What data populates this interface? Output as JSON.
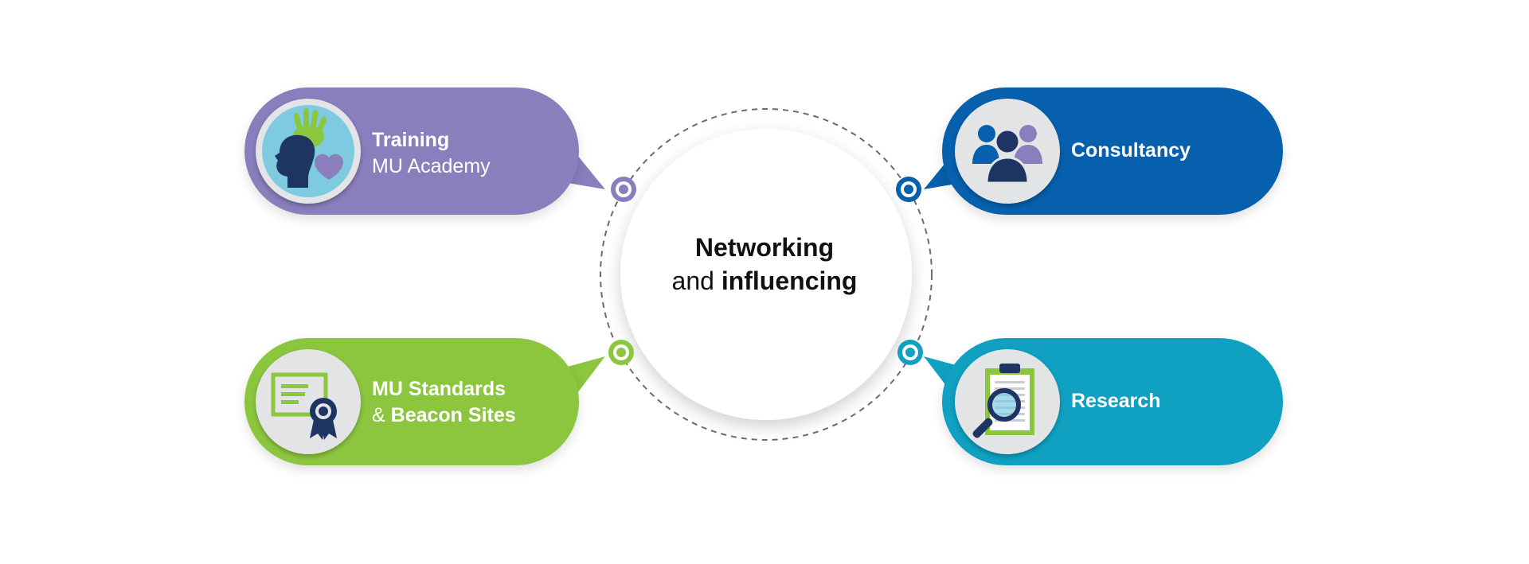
{
  "center": {
    "line1": "Networking",
    "line2_prefix": "and",
    "line2_bold": "influencing"
  },
  "nodes": [
    {
      "id": "training",
      "line1": "Training",
      "line2": "MU Academy",
      "color": "#8a7ebc",
      "icon": "hand-head-heart-icon"
    },
    {
      "id": "consultancy",
      "line1": "Consultancy",
      "color": "#0660ad",
      "icon": "people-group-icon"
    },
    {
      "id": "standards",
      "line1": "MU Standards",
      "line2_prefix": "&",
      "line2_bold": "Beacon Sites",
      "color": "#8cc63f",
      "icon": "certificate-icon"
    },
    {
      "id": "research",
      "line1": "Research",
      "color": "#0fa0c2",
      "icon": "clipboard-magnifier-icon"
    }
  ],
  "colors": {
    "purple": "#8a7ebc",
    "blue": "#0660ad",
    "green": "#8cc63f",
    "teal": "#0fa0c2",
    "dash": "#6b6b6b"
  }
}
